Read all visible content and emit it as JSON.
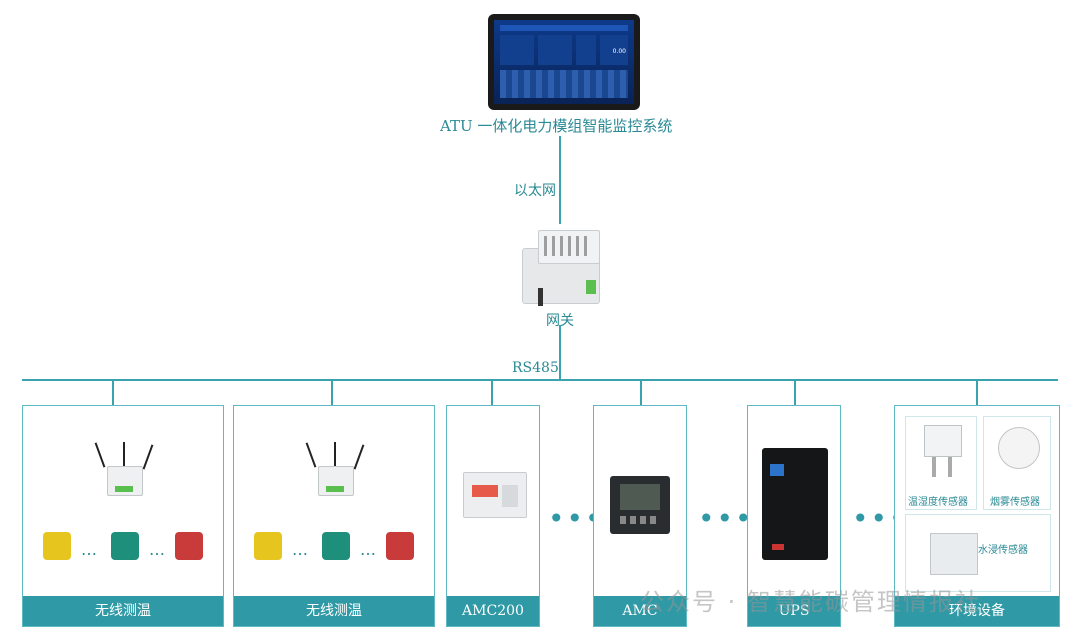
{
  "top": {
    "system_label": "ATU 一体化电力模组智能监控系统"
  },
  "links": {
    "ethernet": "以太网",
    "gateway": "网关",
    "bus": "RS485"
  },
  "devices": [
    {
      "label": "无线测温"
    },
    {
      "label": "无线测温"
    },
    {
      "label": "AMC200"
    },
    {
      "label": "AMC"
    },
    {
      "label": "UPS"
    },
    {
      "label": "环境设备"
    }
  ],
  "sensors": {
    "temp_humidity": "温湿度传感器",
    "smoke": "烟雾传感器",
    "water": "水浸传感器"
  },
  "ellipsis": {
    "between_sensors": "…",
    "between_devices": "•••"
  },
  "watermark": "公众号 · 智慧能碳管理情报社",
  "screen_values": {
    "reading": "0.00"
  },
  "colors": {
    "accent": "#2f9aa6",
    "line": "#3aa3ae",
    "screen_bg": "#0b2e6e"
  }
}
